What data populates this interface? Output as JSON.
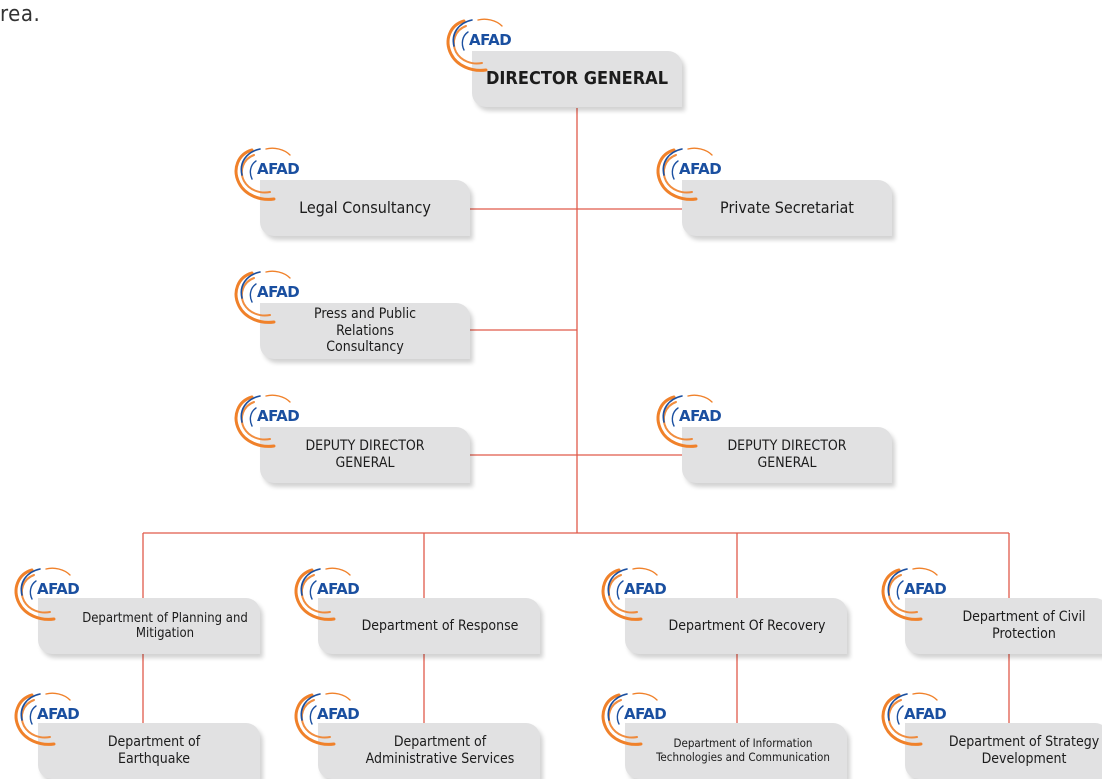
{
  "header_fragment": "rea.",
  "logo_text": "AFAD",
  "colors": {
    "connector": "#e05a4a",
    "box": "#e1e1e2",
    "logo_blue": "#1a4fa0",
    "logo_orange": "#f0812a"
  },
  "nodes": [
    {
      "id": "director-general",
      "label": "DIRECTOR GENERAL"
    },
    {
      "id": "legal-consultancy",
      "label": "Legal Consultancy"
    },
    {
      "id": "private-secretariat",
      "label": "Private Secretariat"
    },
    {
      "id": "press-public-relations",
      "label": "Press and Public Relations Consultancy"
    },
    {
      "id": "deputy-director-left",
      "label": "DEPUTY DIRECTOR GENERAL"
    },
    {
      "id": "deputy-director-right",
      "label": "DEPUTY DIRECTOR GENERAL"
    },
    {
      "id": "dept-planning-mitigation",
      "label": "Department of Planning and Mitigation"
    },
    {
      "id": "dept-response",
      "label": "Department of Response"
    },
    {
      "id": "dept-recovery",
      "label": "Department Of Recovery"
    },
    {
      "id": "dept-civil-protection",
      "label": "Department of Civil Protection"
    },
    {
      "id": "dept-earthquake",
      "label": "Department of Earthquake"
    },
    {
      "id": "dept-administrative-services",
      "label": "Department of Administrative Services"
    },
    {
      "id": "dept-information-technologies",
      "label": "Department of Information Technologies and Communication"
    },
    {
      "id": "dept-strategy-development",
      "label": "Department of Strategy Development"
    }
  ],
  "edges": [
    [
      "director-general",
      "legal-consultancy"
    ],
    [
      "director-general",
      "private-secretariat"
    ],
    [
      "director-general",
      "press-public-relations"
    ],
    [
      "director-general",
      "deputy-director-left"
    ],
    [
      "director-general",
      "deputy-director-right"
    ],
    [
      "director-general",
      "dept-planning-mitigation"
    ],
    [
      "director-general",
      "dept-response"
    ],
    [
      "director-general",
      "dept-recovery"
    ],
    [
      "director-general",
      "dept-civil-protection"
    ],
    [
      "dept-planning-mitigation",
      "dept-earthquake"
    ],
    [
      "dept-response",
      "dept-administrative-services"
    ],
    [
      "dept-recovery",
      "dept-information-technologies"
    ],
    [
      "dept-civil-protection",
      "dept-strategy-development"
    ]
  ]
}
